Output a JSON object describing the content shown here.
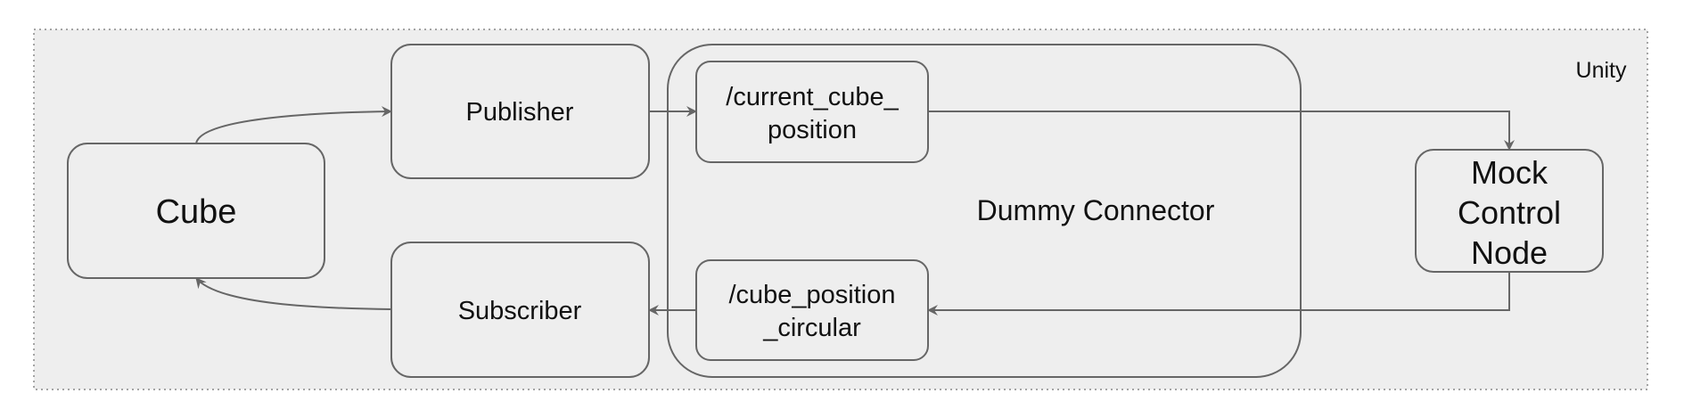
{
  "diagram": {
    "frame_label": "Unity",
    "nodes": {
      "cube": {
        "label": "Cube"
      },
      "publisher": {
        "label": "Publisher"
      },
      "subscriber": {
        "label": "Subscriber"
      },
      "dummy_connector": {
        "label": "Dummy Connector"
      },
      "current_cube_position": {
        "line1": "/current_cube_",
        "line2": "position"
      },
      "cube_position_circular": {
        "line1": "/cube_position",
        "line2": "_circular"
      },
      "mock_control_node": {
        "line1": "Mock",
        "line2": "Control",
        "line3": "Node"
      }
    },
    "edges": [
      {
        "from": "Cube",
        "to": "Publisher"
      },
      {
        "from": "Publisher",
        "to": "/current_cube_position"
      },
      {
        "from": "/current_cube_position",
        "to": "Mock Control Node"
      },
      {
        "from": "Mock Control Node",
        "to": "/cube_position_circular"
      },
      {
        "from": "/cube_position_circular",
        "to": "Subscriber"
      },
      {
        "from": "Subscriber",
        "to": "Cube"
      }
    ],
    "colors": {
      "fill": "#eeeeee",
      "stroke": "#666666",
      "text": "#111111"
    }
  }
}
